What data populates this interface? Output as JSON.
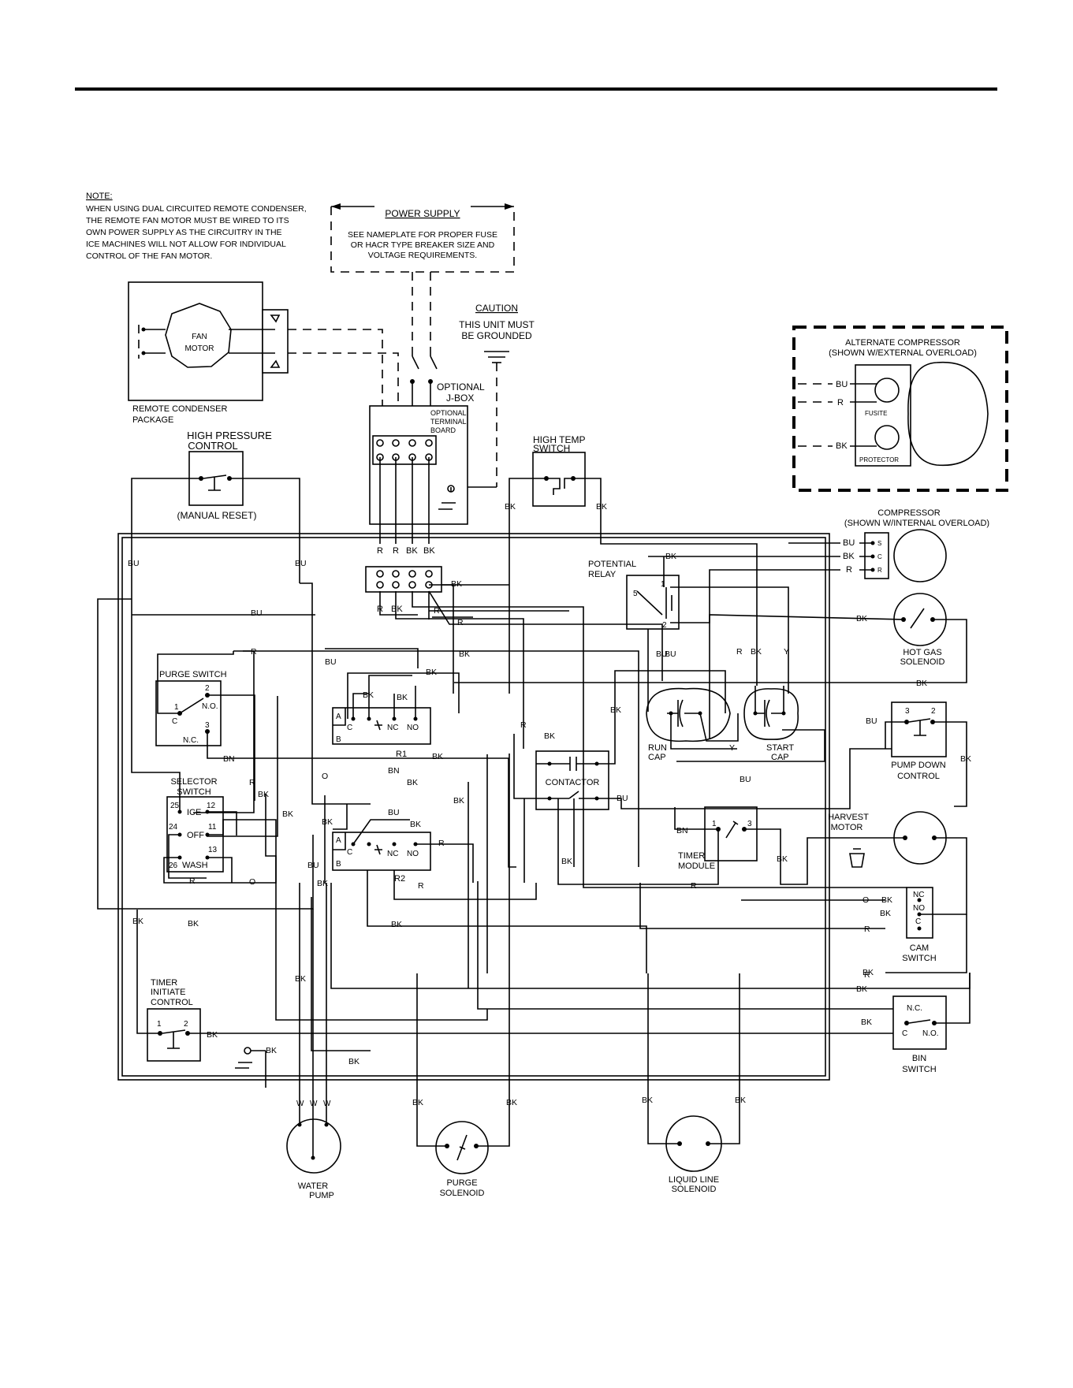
{
  "note": {
    "heading": "NOTE:",
    "lines": [
      "WHEN USING DUAL CIRCUITED REMOTE CONDENSER,",
      "THE REMOTE FAN MOTOR MUST BE WIRED TO ITS",
      "OWN POWER SUPPLY AS THE CIRCUITRY IN THE",
      "ICE MACHINES WILL NOT ALLOW FOR INDIVIDUAL",
      "CONTROL OF THE FAN MOTOR."
    ]
  },
  "power_supply": {
    "title": "POWER SUPPLY",
    "lines": [
      "SEE NAMEPLATE FOR PROPER FUSE",
      "OR HACR TYPE BREAKER SIZE AND",
      "VOLTAGE REQUIREMENTS."
    ]
  },
  "caution": {
    "title": "CAUTION",
    "lines": [
      "THIS UNIT MUST",
      "BE GROUNDED"
    ]
  },
  "fan_motor": {
    "line1": "FAN",
    "line2": "MOTOR"
  },
  "remote_condenser": {
    "line1": "REMOTE CONDENSER",
    "line2": "PACKAGE"
  },
  "jbox": {
    "optional": "OPTIONAL",
    "jbox": "J-BOX",
    "board1": "OPTIONAL",
    "board2": "TERMINAL",
    "board3": "BOARD"
  },
  "high_pressure": {
    "line1": "HIGH PRESSURE",
    "line2": "CONTROL",
    "reset": "(MANUAL RESET)"
  },
  "high_temp": {
    "line1": "HIGH TEMP",
    "line2": "SWITCH"
  },
  "alt_compressor": {
    "line1": "ALTERNATE COMPRESSOR",
    "line2": "(SHOWN W/EXTERNAL OVERLOAD)",
    "fusite": "FUSITE",
    "protector": "PROTECTOR",
    "wires": [
      "BU",
      "R",
      "BK"
    ]
  },
  "compressor": {
    "line1": "COMPRESSOR",
    "line2": "(SHOWN W/INTERNAL OVERLOAD)",
    "wires": [
      "BU",
      "BK",
      "R"
    ],
    "pins": [
      "S",
      "C",
      "R"
    ]
  },
  "potential_relay": {
    "line1": "POTENTIAL",
    "line2": "RELAY",
    "t5": "5",
    "t1": "1",
    "t2": "2"
  },
  "hot_gas": {
    "line1": "HOT GAS",
    "line2": "SOLENOID"
  },
  "purge_switch": {
    "title": "PURGE SWITCH",
    "t2": "2",
    "no": "N.O.",
    "t1": "1",
    "c": "C",
    "nc": "N.C.",
    "t3": "3"
  },
  "relay1": {
    "a": "A",
    "c": "C",
    "b": "B",
    "nc": "NC",
    "no": "NO",
    "label": "R1"
  },
  "relay2": {
    "a": "A",
    "c": "C",
    "b": "B",
    "nc": "NC",
    "no": "NO",
    "label": "R2"
  },
  "run_cap": {
    "line1": "RUN",
    "line2": "CAP"
  },
  "start_cap": {
    "line1": "START",
    "line2": "CAP"
  },
  "contactor": {
    "label": "CONTACTOR"
  },
  "pump_down": {
    "t3": "3",
    "t2": "2",
    "line1": "PUMP DOWN",
    "line2": "CONTROL"
  },
  "selector": {
    "line1": "SELECTOR",
    "line2": "SWITCH",
    "t25": "25",
    "ice": "ICE",
    "t12": "12",
    "t24": "24",
    "off": "OFF",
    "t11": "11",
    "t13": "13",
    "t26": "26",
    "wash": "WASH"
  },
  "timer_module": {
    "t1": "1",
    "t3": "3",
    "line1": "TIMER",
    "line2": "MODULE"
  },
  "harvest_motor": {
    "line1": "HARVEST",
    "line2": "MOTOR"
  },
  "cam_switch": {
    "nc": "NC",
    "no": "NO",
    "c": "C",
    "line1": "CAM",
    "line2": "SWITCH"
  },
  "timer_initiate": {
    "line1": "TIMER",
    "line2": "INITIATE",
    "line3": "CONTROL",
    "t1": "1",
    "t2": "2"
  },
  "bin_switch": {
    "nc": "N.C.",
    "c": "C",
    "no": "N.O.",
    "line1": "BIN",
    "line2": "SWITCH"
  },
  "water_pump": {
    "line1": "WATER",
    "line2": "PUMP",
    "wires": [
      "W",
      "W",
      "W"
    ]
  },
  "purge_solenoid": {
    "line1": "PURGE",
    "line2": "SOLENOID"
  },
  "liquid_line": {
    "line1": "LIQUID LINE",
    "line2": "SOLENOID"
  },
  "terminal_top": [
    "R",
    "R",
    "BK",
    "BK"
  ],
  "terminal_bot": [
    "R",
    "BK"
  ],
  "wire_labels": [
    "BU",
    "BU",
    "BU",
    "BU",
    "R",
    "BU",
    "BK",
    "BK",
    "BK",
    "BK",
    "R",
    "R",
    "BK",
    "BK",
    "BK",
    "BU",
    "R",
    "BK",
    "Y",
    "Y",
    "R",
    "BK",
    "BN",
    "BK",
    "BN",
    "BK",
    "BK",
    "BK",
    "R",
    "O",
    "BU",
    "BK",
    "BN",
    "BK",
    "BK",
    "BK",
    "R",
    "R",
    "O",
    "BU",
    "R",
    "BK",
    "BK",
    "BK",
    "BK",
    "BK",
    "BK",
    "BK",
    "BK",
    "BK",
    "BK",
    "BK",
    "BK",
    "BK",
    "BK",
    "BK",
    "BU",
    "BU",
    "BK",
    "BK",
    "R",
    "BK",
    "R",
    "O",
    "BK",
    "R",
    "BK",
    "BU",
    "BK",
    "BK",
    "BK"
  ]
}
